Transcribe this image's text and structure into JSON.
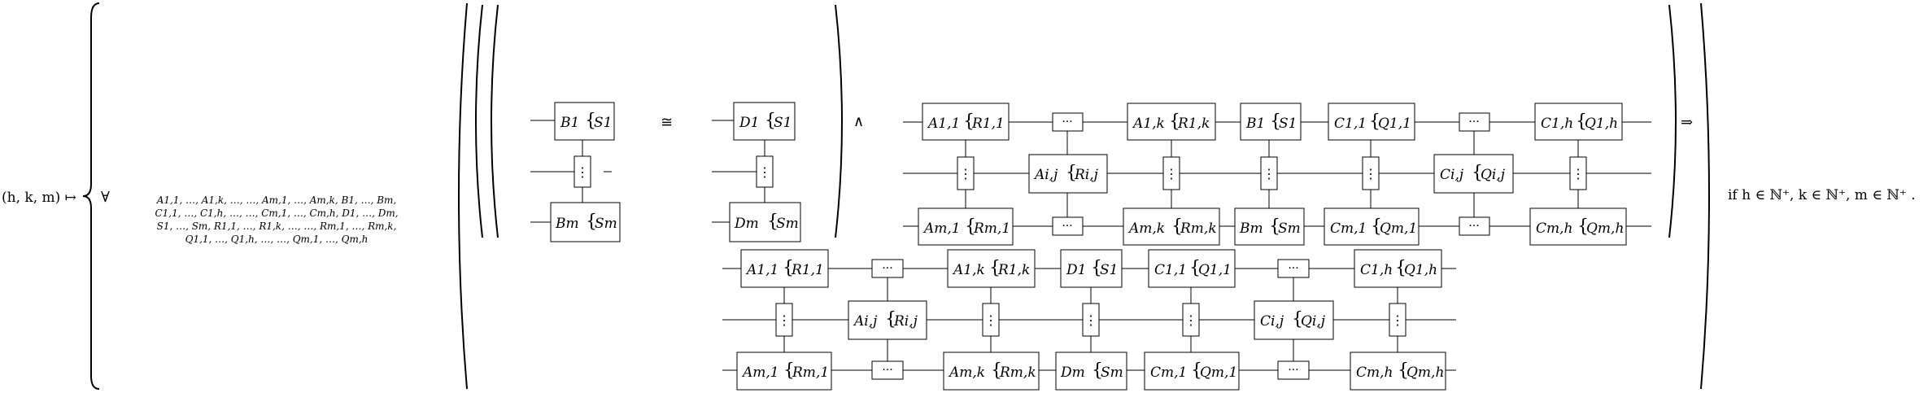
{
  "formula": {
    "prefix": "(h, k, m) ↦",
    "forall_symbol": "∀",
    "quantified_vars": [
      "A1,1, …, A1,k, …, …, Am,1, …, Am,k, B1, …, Bm,",
      "C1,1, …, C1,h, …, …, Cm,1, …, Cm,h, D1, …, Dm,",
      "S1, …, Sm, R1,1, …, R1,k, …, …, Rm,1, …, Rm,k,",
      "Q1,1, …, Q1,h, …, …, Qm,1, …, Qm,h"
    ],
    "iso_symbol": "≅",
    "and_symbol": "∧",
    "implies_symbol": "⇒",
    "condition": "if h ∈ ℕ⁺, k ∈ ℕ⁺, m ∈ ℕ⁺ ."
  },
  "boxes": {
    "B1": {
      "head": "B1",
      "arg": "S1"
    },
    "Bm": {
      "head": "Bm",
      "arg": "Sm"
    },
    "D1": {
      "head": "D1",
      "arg": "S1"
    },
    "Dm": {
      "head": "Dm",
      "arg": "Sm"
    },
    "A11": {
      "head": "A1,1",
      "arg": "R1,1"
    },
    "A1k": {
      "head": "A1,k",
      "arg": "R1,k"
    },
    "Aij": {
      "head": "Ai,j",
      "arg": "Ri,j"
    },
    "Am1": {
      "head": "Am,1",
      "arg": "Rm,1"
    },
    "Amk": {
      "head": "Am,k",
      "arg": "Rm,k"
    },
    "C11": {
      "head": "C1,1",
      "arg": "Q1,1"
    },
    "C1h": {
      "head": "C1,h",
      "arg": "Q1,h"
    },
    "Cij": {
      "head": "Ci,j",
      "arg": "Qi,j"
    },
    "Cm1": {
      "head": "Cm,1",
      "arg": "Qm,1"
    },
    "Cmh": {
      "head": "Cm,h",
      "arg": "Qm,h"
    }
  },
  "ellipsis_h": "···",
  "ellipsis_v": "⋮"
}
